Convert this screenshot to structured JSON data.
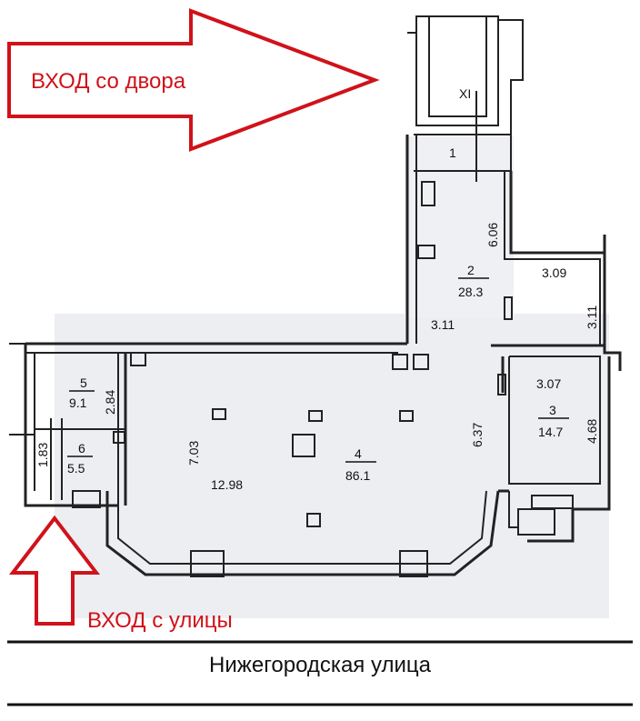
{
  "entrances": {
    "yard": "ВХОД со двора",
    "street": "ВХОД с улицы"
  },
  "street_name": "Нижегородская улица",
  "rooms": [
    {
      "num": "XI",
      "area": ""
    },
    {
      "num": "1",
      "area": ""
    },
    {
      "num": "2",
      "area": "28.3"
    },
    {
      "num": "3",
      "area": "14.7"
    },
    {
      "num": "4",
      "area": "86.1"
    },
    {
      "num": "5",
      "area": "9.1"
    },
    {
      "num": "6",
      "area": "5.5"
    }
  ],
  "dimensions": [
    "6.06",
    "3.09",
    "3.11",
    "3.11",
    "3.07",
    "4.68",
    "6.37",
    "7.03",
    "12.98",
    "2.84",
    "1.83"
  ],
  "colors": {
    "arrow": "#d0121a",
    "walls": "#222222",
    "shade": "#e6e8ec"
  }
}
